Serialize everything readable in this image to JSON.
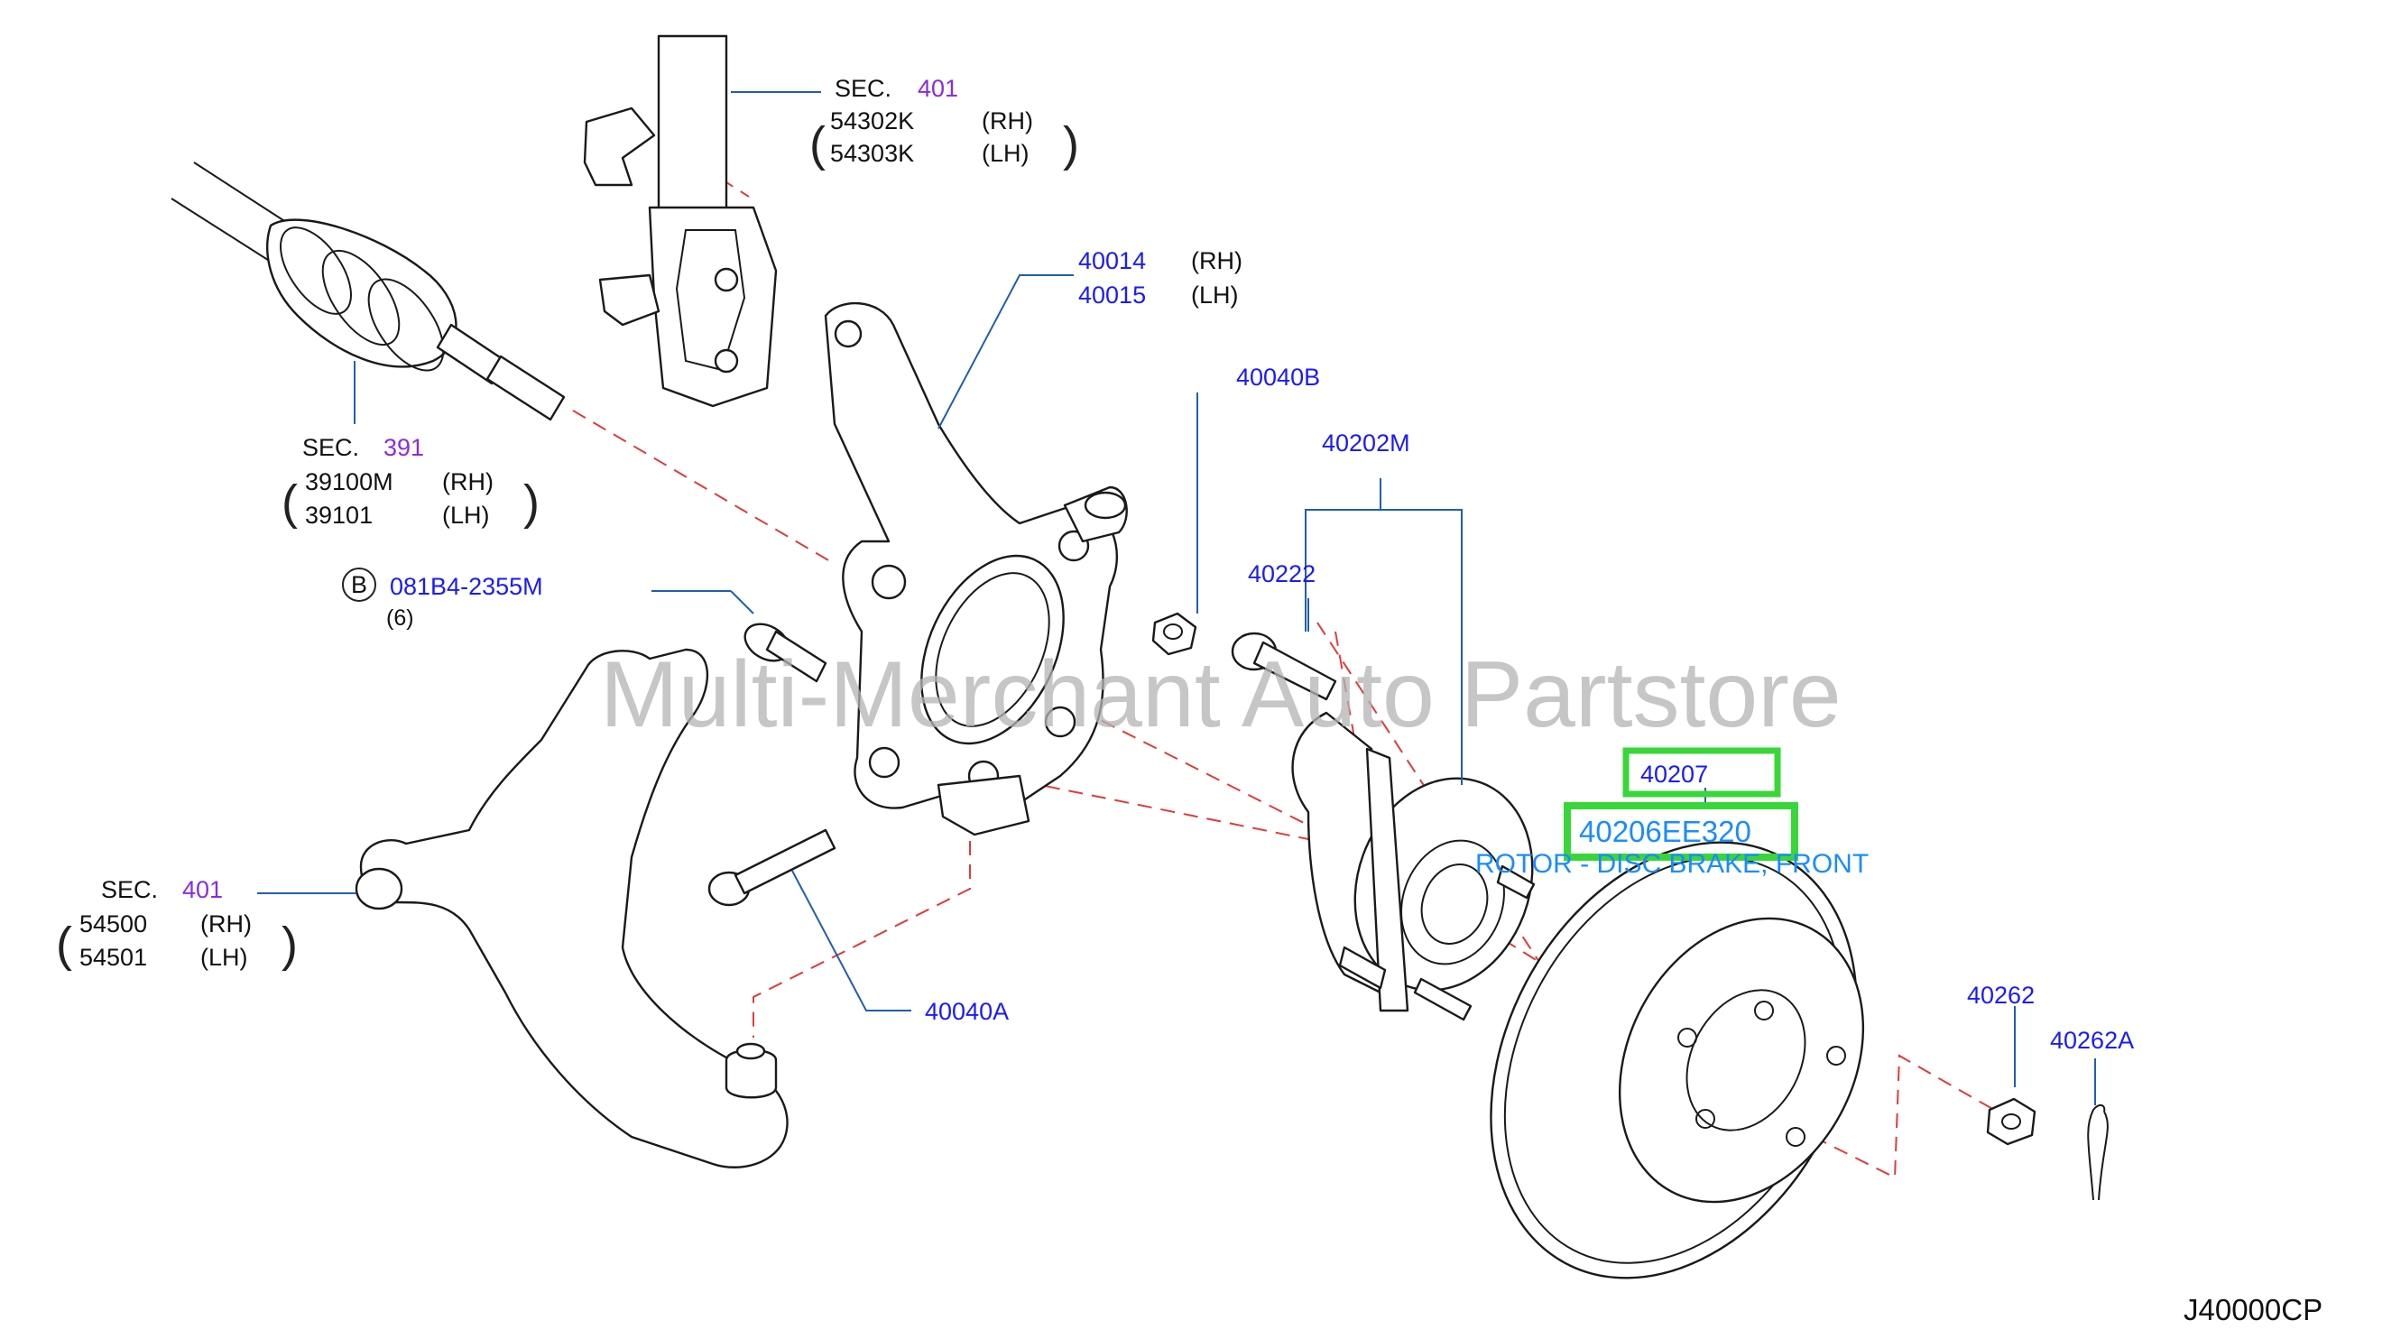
{
  "watermark": "Multi-Merchant Auto Partstore",
  "diagram_code": "J40000CP",
  "strut": {
    "sec_word": "SEC.",
    "sec_num": "401",
    "rows": [
      {
        "part": "54302K",
        "side": "(RH)"
      },
      {
        "part": "54303K",
        "side": "(LH)"
      }
    ]
  },
  "driveshaft": {
    "sec_word": "SEC.",
    "sec_num": "391",
    "rows": [
      {
        "part": "39100M",
        "side": "(RH)"
      },
      {
        "part": "39101",
        "side": "(LH)"
      }
    ]
  },
  "knuckle": {
    "rows": [
      {
        "part": "40014",
        "side": "(RH)"
      },
      {
        "part": "40015",
        "side": "(LH)"
      }
    ]
  },
  "bolt_b": {
    "badge": "B",
    "part": "081B4-2355M",
    "qty": "(6)"
  },
  "lower_arm": {
    "sec_word": "SEC.",
    "sec_num": "401",
    "rows": [
      {
        "part": "54500",
        "side": "(RH)"
      },
      {
        "part": "54501",
        "side": "(LH)"
      }
    ]
  },
  "callouts": {
    "p40040B": "40040B",
    "p40202M": "40202M",
    "p40222": "40222",
    "p40040A": "40040A",
    "p40262": "40262",
    "p40262A": "40262A"
  },
  "rotor": {
    "ref": "40207",
    "part": "40206EE320",
    "description": "ROTOR - DISC BRAKE, FRONT"
  },
  "colors": {
    "part_label": "#1a1aff",
    "section_number": "#8a2be2",
    "leader_line": "#1f5fb0",
    "dashed_line": "#e23a3a",
    "highlight": "#39d639",
    "description": "#1a8cff"
  }
}
